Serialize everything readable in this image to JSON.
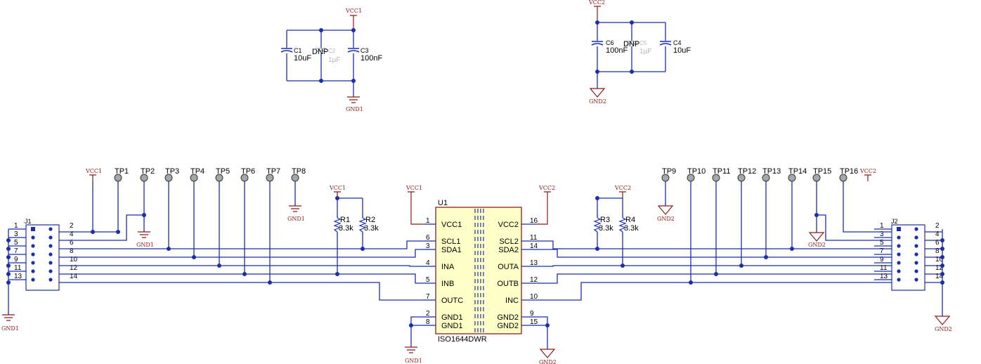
{
  "power": {
    "vcc1": "VCC1",
    "vcc2": "VCC2",
    "gnd1": "GND1",
    "gnd2": "GND2"
  },
  "caps": {
    "c1": {
      "ref": "C1",
      "value": "10uF"
    },
    "c2": {
      "ref": "C2",
      "value": "1µF",
      "dnp": "DNP"
    },
    "c3": {
      "ref": "C3",
      "value": "100nF"
    },
    "c6": {
      "ref": "C6",
      "value": "100nF"
    },
    "c5": {
      "ref": "C5",
      "value": "1µF",
      "dnp": "DNP"
    },
    "c4": {
      "ref": "C4",
      "value": "10uF"
    }
  },
  "resistors": {
    "r1": {
      "ref": "R1",
      "value": "3.3k"
    },
    "r2": {
      "ref": "R2",
      "value": "3.3k"
    },
    "r3": {
      "ref": "R3",
      "value": "3.3k"
    },
    "r4": {
      "ref": "R4",
      "value": "3.3k"
    }
  },
  "testpoints": [
    "TP1",
    "TP2",
    "TP3",
    "TP4",
    "TP5",
    "TP6",
    "TP7",
    "TP8",
    "TP9",
    "TP10",
    "TP11",
    "TP12",
    "TP13",
    "TP14",
    "TP15",
    "TP16"
  ],
  "headers": {
    "j1": "J1",
    "j2": "J2"
  },
  "header_pins_left": [
    "1",
    "3",
    "5",
    "7",
    "9",
    "11",
    "13"
  ],
  "header_pins_right": [
    "2",
    "4",
    "6",
    "8",
    "10",
    "12",
    "14"
  ],
  "ic": {
    "ref": "U1",
    "part": "ISO1644DWR",
    "left_pins": [
      {
        "num": "1",
        "name": "VCC1"
      },
      {
        "num": "6",
        "name": "SCL1"
      },
      {
        "num": "3",
        "name": "SDA1"
      },
      {
        "num": "4",
        "name": "INA"
      },
      {
        "num": "5",
        "name": "INB"
      },
      {
        "num": "7",
        "name": "OUTC"
      },
      {
        "num": "2",
        "name": "GND1"
      },
      {
        "num": "8",
        "name": "GND1"
      }
    ],
    "right_pins": [
      {
        "num": "16",
        "name": "VCC2"
      },
      {
        "num": "11",
        "name": "SCL2"
      },
      {
        "num": "14",
        "name": "SDA2"
      },
      {
        "num": "13",
        "name": "OUTA"
      },
      {
        "num": "12",
        "name": "OUTB"
      },
      {
        "num": "10",
        "name": "INC"
      },
      {
        "num": "9",
        "name": "GND2"
      },
      {
        "num": "15",
        "name": "GND2"
      }
    ]
  },
  "colors": {
    "wire": "#1c2fa8",
    "power": "#8b1a1a",
    "ic_fill": "#ffffc8",
    "testpoint": "#a7a7a7",
    "dnp": "#b5b5b5"
  }
}
